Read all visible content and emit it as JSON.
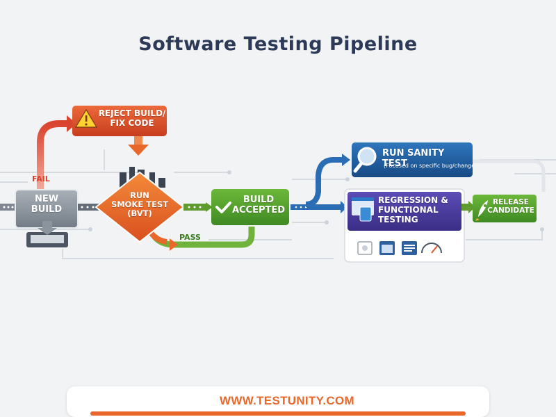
{
  "title": "Software Testing Pipeline",
  "nodes": {
    "new_build": "NEW\nBUILD",
    "smoke_test": "RUN\nSMOKE TEST\n(BVT)",
    "reject_build": "REJECT BUILD/\nFIX CODE",
    "build_accepted": "BUILD\nACCEPTED",
    "sanity_test": "RUN SANITY TEST",
    "sanity_note": "(Focused on specific bug/change",
    "regression": "REGRESSION &\nFUNCTIONAL\nTESTING",
    "release": "RELEASE\nCANDIDATE"
  },
  "edges": {
    "fail": "FAIL",
    "pass": "PASS"
  },
  "footer": {
    "url": "WWW.TESTUNITY.COM"
  },
  "icons": [
    "warning-icon",
    "magnifier-icon",
    "checkmark-icon",
    "rocket-icon",
    "browser-window-icon",
    "tablet-icon",
    "code-window-icon",
    "gauge-icon",
    "monitor-icon",
    "testunity-logo"
  ],
  "colors": {
    "title": "#2c3a57",
    "reject": "#e0542a",
    "smoke": "#e8672a",
    "accepted": "#4f9a2c",
    "sanity": "#1e5a9c",
    "regression": "#4b3b9c",
    "release": "#5c9a2e",
    "fail_arrow": "#d9442f",
    "brand": "#e8672a"
  }
}
